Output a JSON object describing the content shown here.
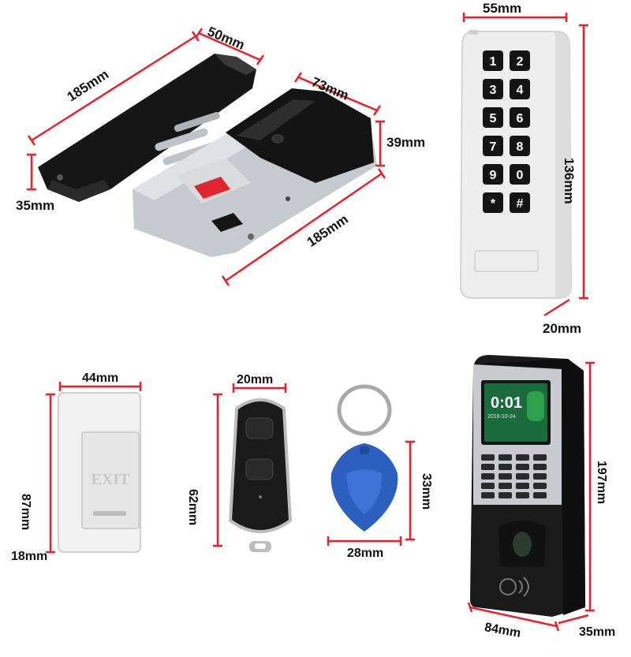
{
  "lock": {
    "length_top": "185mm",
    "depth_top": "50mm",
    "height_left": "35mm",
    "length_bottom": "185mm",
    "depth_bottom": "73mm",
    "height_right": "39mm"
  },
  "keypad": {
    "width": "55mm",
    "height": "136mm",
    "depth": "20mm",
    "keys": [
      "1",
      "2",
      "3",
      "4",
      "5",
      "6",
      "7",
      "8",
      "9",
      "0",
      "*",
      "#"
    ]
  },
  "exit_button": {
    "width": "44mm",
    "height": "87mm",
    "depth": "18mm",
    "label": "EXIT"
  },
  "remote": {
    "width": "20mm",
    "height": "62mm"
  },
  "keyfob": {
    "height": "33mm",
    "width": "28mm"
  },
  "fingerprint_terminal": {
    "height": "197mm",
    "width": "84mm",
    "depth": "35mm",
    "screen_time": "0:01",
    "screen_date": "2016-10-24"
  },
  "colors": {
    "dimension_line": "#e8202a",
    "lock_black": "#141414",
    "lock_silver": "#c9ccd1",
    "keypad_white": "#efefef",
    "fob_blue": "#2d5fc0"
  }
}
